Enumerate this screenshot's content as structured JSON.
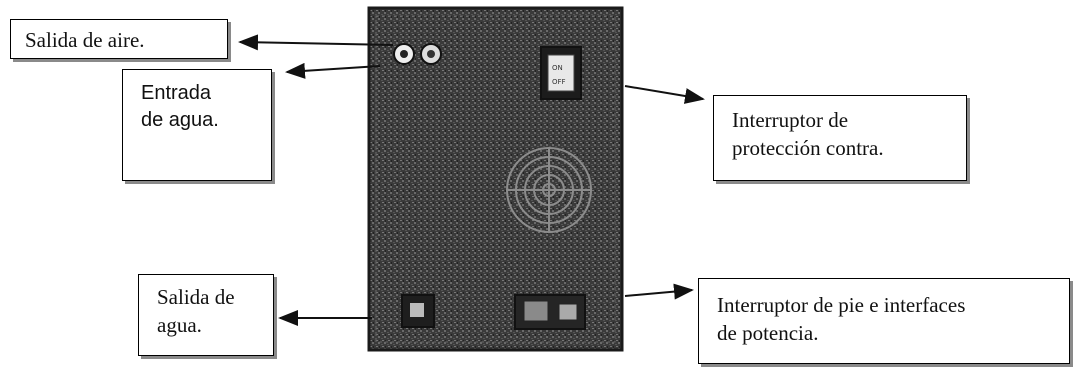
{
  "labels": {
    "air_outlet": "Salida de aire.",
    "water_inlet_1": "Entrada",
    "water_inlet_2": "de agua.",
    "protection_switch_1": "Interruptor de",
    "protection_switch_2": "protección contra.",
    "water_outlet_1": "Salida de",
    "water_outlet_2": "agua.",
    "foot_switch_1": "Interruptor de pie e interfaces",
    "foot_switch_2": "de potencia."
  },
  "colors": {
    "panel": "#2f2f2f",
    "panel_light": "#5a5a5a",
    "line": "#111111",
    "shadow": "#8a8a8a"
  }
}
